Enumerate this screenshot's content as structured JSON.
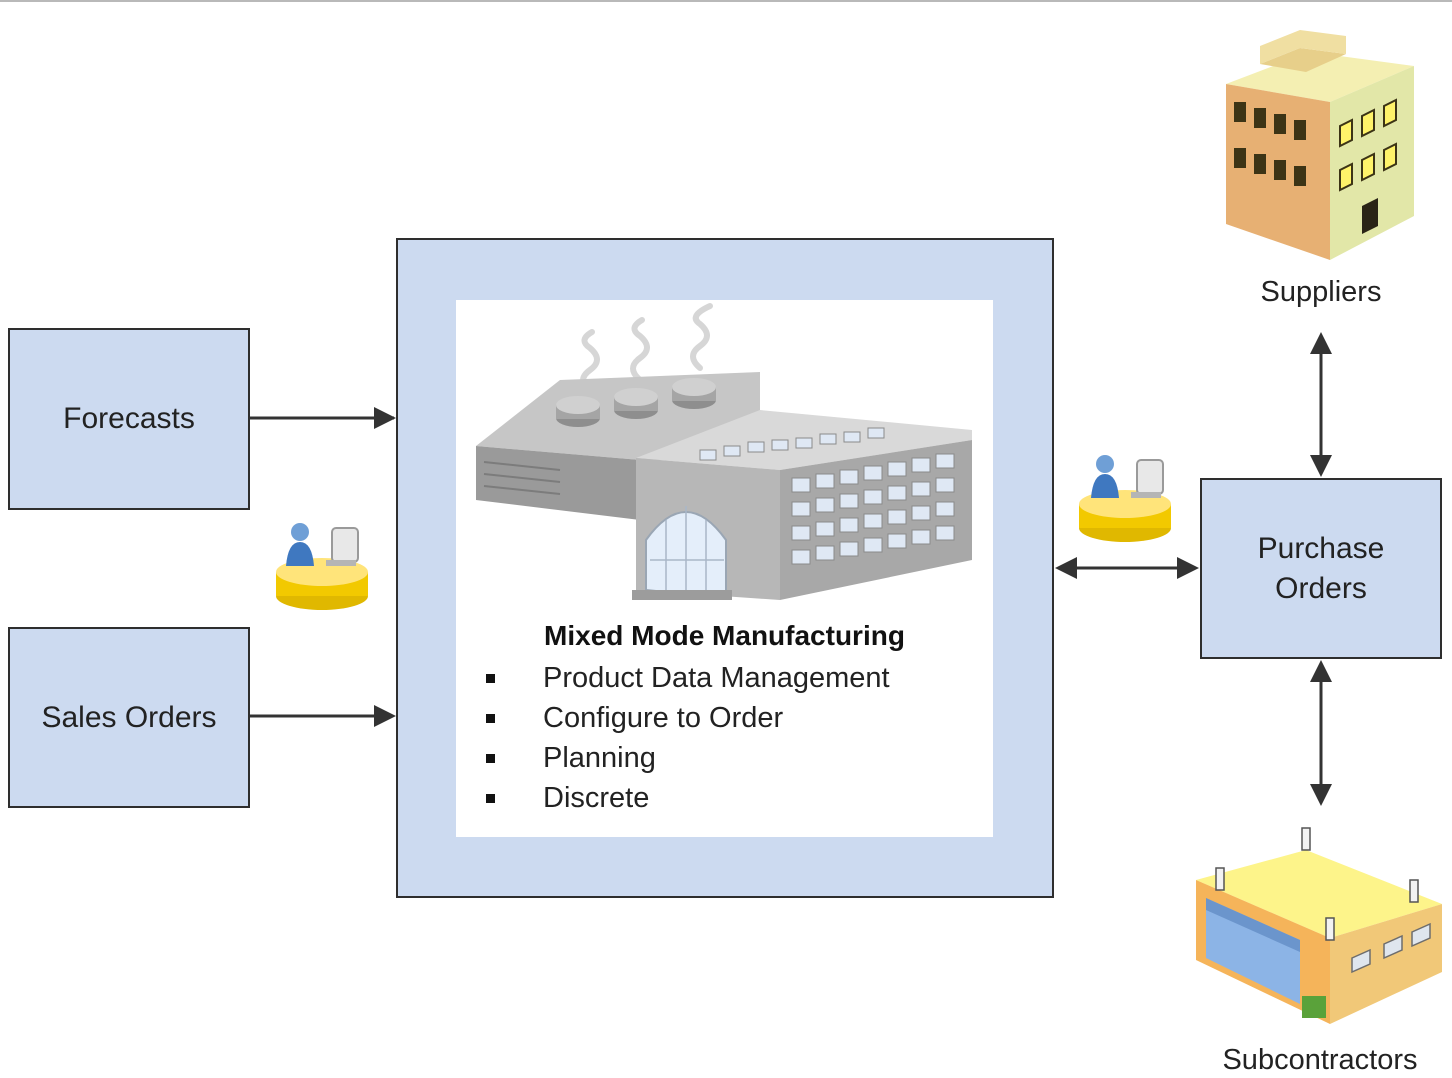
{
  "forecasts": {
    "label": "Forecasts"
  },
  "sales_orders": {
    "label": "Sales Orders"
  },
  "purchase_orders": {
    "label_line1": "Purchase",
    "label_line2": "Orders"
  },
  "suppliers": {
    "label": "Suppliers",
    "icon": "office-building-icon"
  },
  "subcontractors": {
    "label": "Subcontractors",
    "icon": "warehouse-icon"
  },
  "manufacturing": {
    "title": "Mixed Mode Manufacturing",
    "icon": "factory-icon",
    "items": [
      "Product Data Management",
      "Configure to Order",
      "Planning",
      "Discrete"
    ]
  },
  "user_icons": [
    "user-workstation-icon",
    "user-workstation-icon"
  ],
  "colors": {
    "box_fill": "#ccdaf0",
    "border": "#2e2e2e",
    "arrow": "#333333"
  }
}
